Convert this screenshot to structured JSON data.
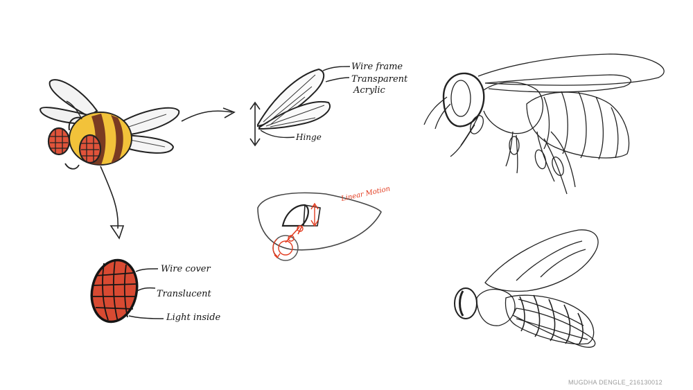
{
  "sketch": {
    "wing_labels": {
      "wire_frame": "Wire frame",
      "transparent_line1": "Transparent",
      "transparent_line2": "Acrylic",
      "hinge": "Hinge"
    },
    "eye_labels": {
      "wire_cover": "Wire cover",
      "translucent": "Translucent",
      "light_inside": "Light inside"
    },
    "mechanism_label": "Linear Motion",
    "watermark": "MUGDHA DENGLE_216130012"
  },
  "colors": {
    "ink": "#1a1a1a",
    "eye_red": "#c8321e",
    "eye_fill": "#e0533a",
    "body_yellow": "#f2c23a",
    "body_brown": "#7a3b22",
    "mechanism_red": "#e23b1f",
    "watermark": "#9b9b9b"
  }
}
